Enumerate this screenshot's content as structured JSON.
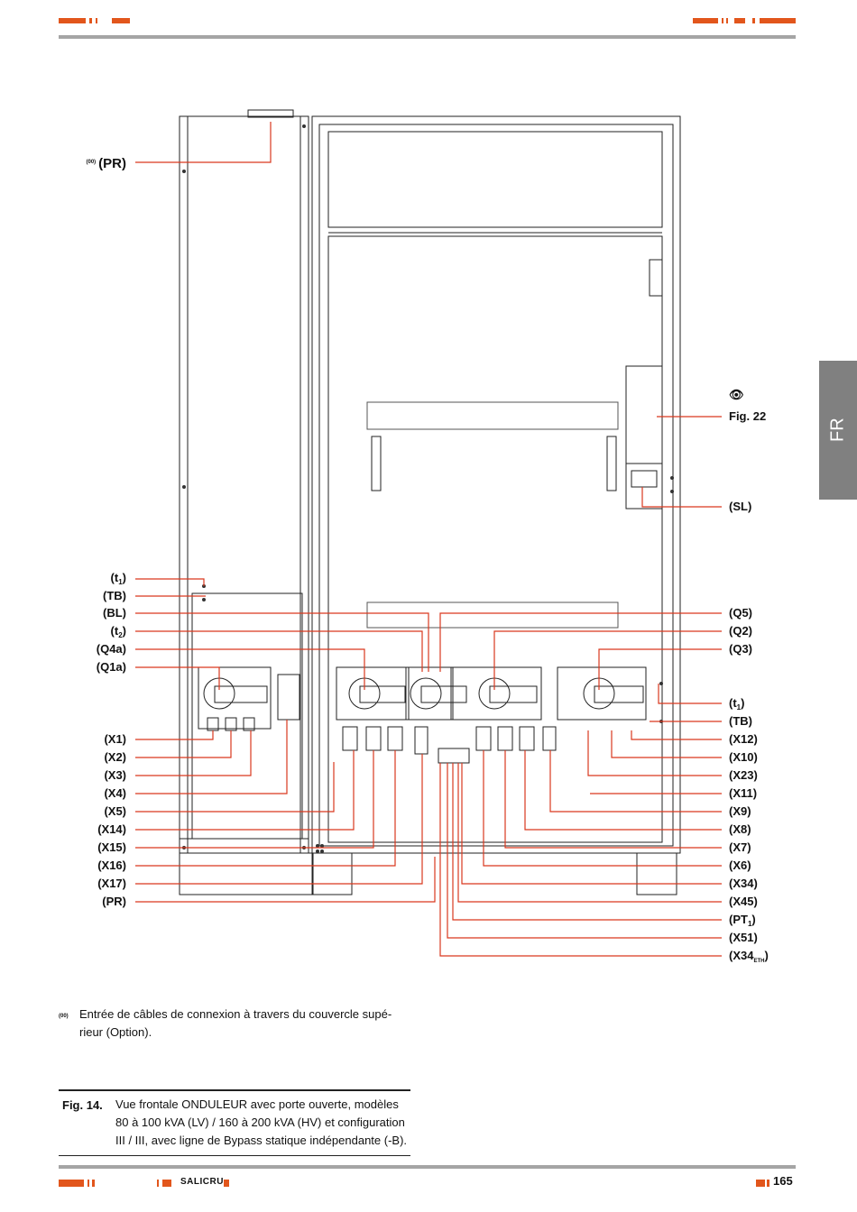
{
  "side_tab": "FR",
  "footer": {
    "brand": "SALICRU",
    "page": "165"
  },
  "note": {
    "marker": "(00)",
    "text": "Entrée de câbles de connexion à travers du couvercle supé-rieur (Option)."
  },
  "caption": {
    "number": "Fig. 14.",
    "text": "Vue frontale ONDULEUR avec porte ouverte, modèles 80 à 100 kVA (LV) / 160 à 200 kVA (HV) et configuration III / III, avec ligne de Bypass statique indépendante (-B)."
  },
  "labels_left": {
    "pr_top": "(PR)",
    "pr_top_marker": "(00)",
    "t1": "(t",
    "t1_sub": "1",
    "t1_end": ")",
    "tb": "(TB)",
    "bl": "(BL)",
    "t2": "(t",
    "t2_sub": "2",
    "t2_end": ")",
    "q4a": "(Q4a)",
    "q1a": "(Q1a)",
    "x1": "(X1)",
    "x2": "(X2)",
    "x3": "(X3)",
    "x4": "(X4)",
    "x5": "(X5)",
    "x14": "(X14)",
    "x15": "(X15)",
    "x16": "(X16)",
    "x17": "(X17)",
    "pr": "(PR)"
  },
  "labels_right": {
    "eye_icon": "eye-icon",
    "fig22": "Fig. 22",
    "sl": "(SL)",
    "q5": "(Q5)",
    "q2": "(Q2)",
    "q3": "(Q3)",
    "t1": "(t",
    "t1_sub": "1",
    "t1_end": ")",
    "tb": "(TB)",
    "x12": "(X12)",
    "x10": "(X10)",
    "x23": "(X23)",
    "x11": "(X11)",
    "x9": "(X9)",
    "x8": "(X8)",
    "x7": "(X7)",
    "x6": "(X6)",
    "x34": "(X34)",
    "x45": "(X45)",
    "pt1": "(PT",
    "pt1_sub": "1",
    "pt1_end": ")",
    "x51": "(X51)",
    "x34eth": "(X34",
    "x34eth_sub": "ETH",
    "x34eth_end": ")"
  },
  "colors": {
    "accent": "#e2561c",
    "leader": "#d9381e",
    "rule": "#a5a5a5",
    "tab": "#808080"
  }
}
